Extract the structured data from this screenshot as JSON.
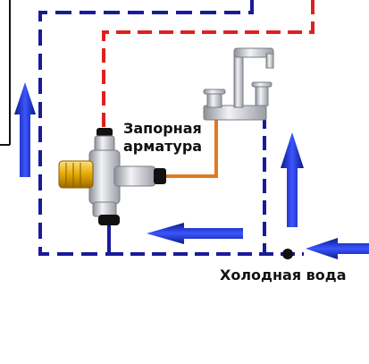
{
  "labels": {
    "valve_line1": "Запорная",
    "valve_line2": "арматура",
    "cold_water": "Холодная вода"
  },
  "colors": {
    "cold_pipe": "#1a1a9c",
    "hot_pipe": "#e02020",
    "supply_pipe": "#e07a20",
    "flow_arrow": "#2b3fd6",
    "fixture": "#b8bcc4",
    "valve_body": "#c9ccd2",
    "valve_handle": "#e8b400",
    "line_black": "#111111"
  },
  "icons": {
    "faucet": "faucet-icon",
    "valve": "mixing-valve-icon",
    "arrow": "flow-arrow-icon"
  }
}
